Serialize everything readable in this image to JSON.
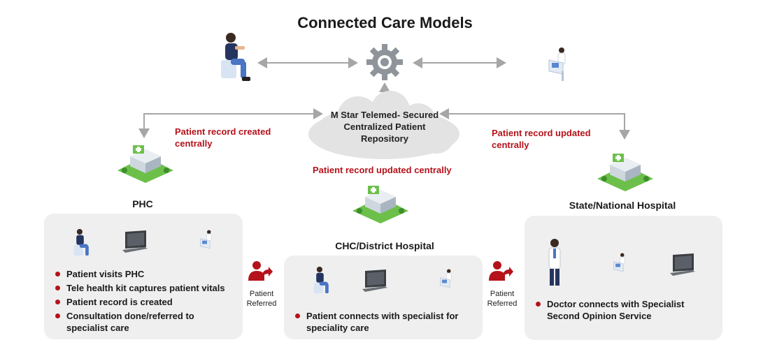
{
  "title": "Connected Care Models",
  "repository": {
    "label": "M Star Telemed- Secured Centralized Patient Repository"
  },
  "annotations": {
    "left": "Patient record created centrally",
    "right": "Patient record updated centrally",
    "center": "Patient record updated centrally"
  },
  "nodes": {
    "phc": {
      "label": "PHC",
      "bullets": [
        "Patient visits PHC",
        "Tele health kit captures patient vitals",
        "Patient record is created",
        "Consultation done/referred to specialist care"
      ]
    },
    "chc": {
      "label": "CHC/District Hospital",
      "bullets": [
        "Patient connects with specialist for speciality care"
      ]
    },
    "state": {
      "label": "State/National Hospital",
      "bullets": [
        "Doctor connects with Specialist Second Opinion Service"
      ]
    }
  },
  "referrals": [
    "Patient Referred",
    "Patient Referred"
  ],
  "colors": {
    "accent": "#b5121b",
    "panel": "#efefef",
    "gear": "#8e9499",
    "arrow": "#a6a6a6",
    "hospital_green": "#6cc04a"
  }
}
